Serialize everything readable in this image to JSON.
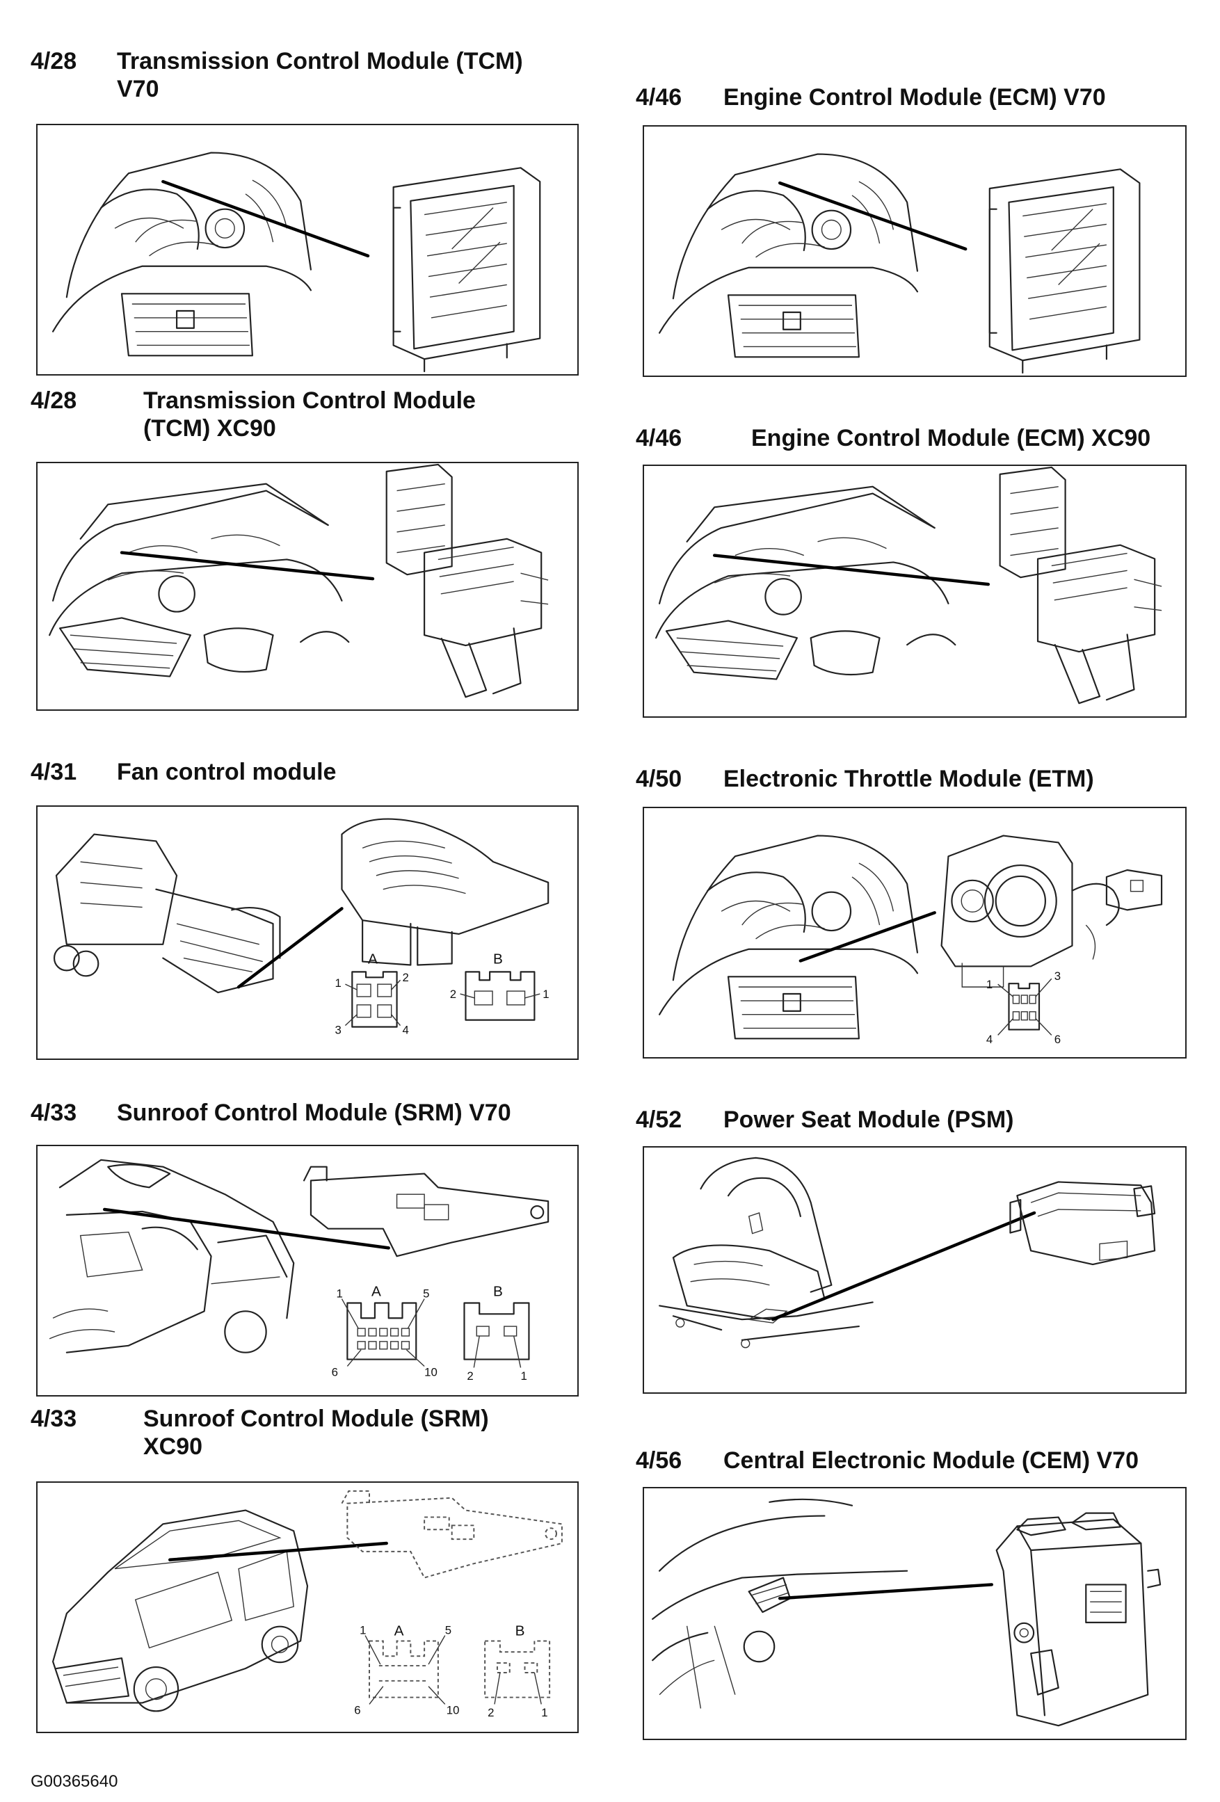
{
  "entries": [
    {
      "code": "4/28",
      "title_lines": [
        "Transmission Control Module (TCM)",
        "V70"
      ]
    },
    {
      "code": "4/28",
      "title_lines": [
        "Transmission Control Module",
        "(TCM) XC90"
      ]
    },
    {
      "code": "4/31",
      "title_lines": [
        "Fan control module"
      ]
    },
    {
      "code": "4/33",
      "title_lines": [
        "Sunroof Control Module (SRM) V70"
      ]
    },
    {
      "code": "4/33",
      "title_lines": [
        "Sunroof Control Module (SRM)",
        "XC90"
      ]
    },
    {
      "code": "4/46",
      "title_lines": [
        "Engine Control Module (ECM) V70"
      ]
    },
    {
      "code": "4/46",
      "title_lines": [
        "Engine Control Module (ECM) XC90"
      ]
    },
    {
      "code": "4/50",
      "title_lines": [
        "Electronic Throttle Module (ETM)"
      ]
    },
    {
      "code": "4/52",
      "title_lines": [
        "Power Seat Module (PSM)"
      ]
    },
    {
      "code": "4/56",
      "title_lines": [
        "Central Electronic Module (CEM) V70"
      ]
    }
  ],
  "connectors": {
    "fan": {
      "a_label": "A",
      "b_label": "B",
      "a_pins": [
        "1",
        "2",
        "3",
        "4"
      ],
      "b_pins": [
        "2",
        "1"
      ]
    },
    "etm": {
      "pins": [
        "1",
        "3",
        "4",
        "6"
      ]
    },
    "srm_v70": {
      "a_label": "A",
      "b_label": "B",
      "a_pins": [
        "1",
        "5",
        "6",
        "10"
      ],
      "b_pins": [
        "2",
        "1"
      ]
    },
    "srm_xc90": {
      "a_label": "A",
      "b_label": "B",
      "a_pins": [
        "1",
        "5",
        "6",
        "10"
      ],
      "b_pins": [
        "2",
        "1"
      ]
    }
  },
  "figure_id": "G00365640"
}
